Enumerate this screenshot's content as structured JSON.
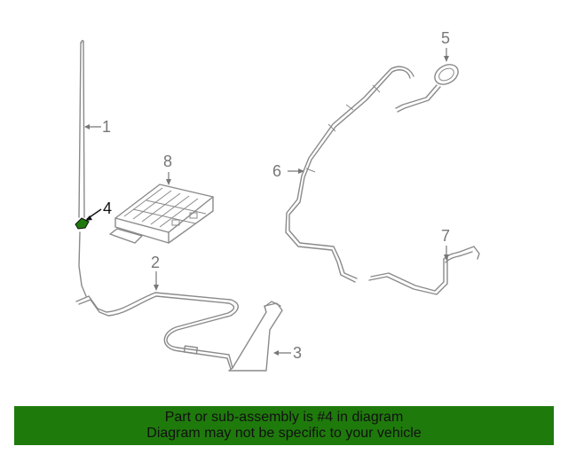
{
  "callouts": {
    "c1": "1",
    "c2": "2",
    "c3": "3",
    "c4": "4",
    "c5": "5",
    "c6": "6",
    "c7": "7",
    "c8": "8"
  },
  "highlighted_part": "4",
  "colors": {
    "highlight": "#1f7a0c",
    "banner_bg": "#1f7a0c",
    "line_art": "#8a8a8a"
  },
  "banner": {
    "line1": "Part or sub-assembly is #4 in diagram",
    "line2": "Diagram may not be specific to your vehicle"
  }
}
